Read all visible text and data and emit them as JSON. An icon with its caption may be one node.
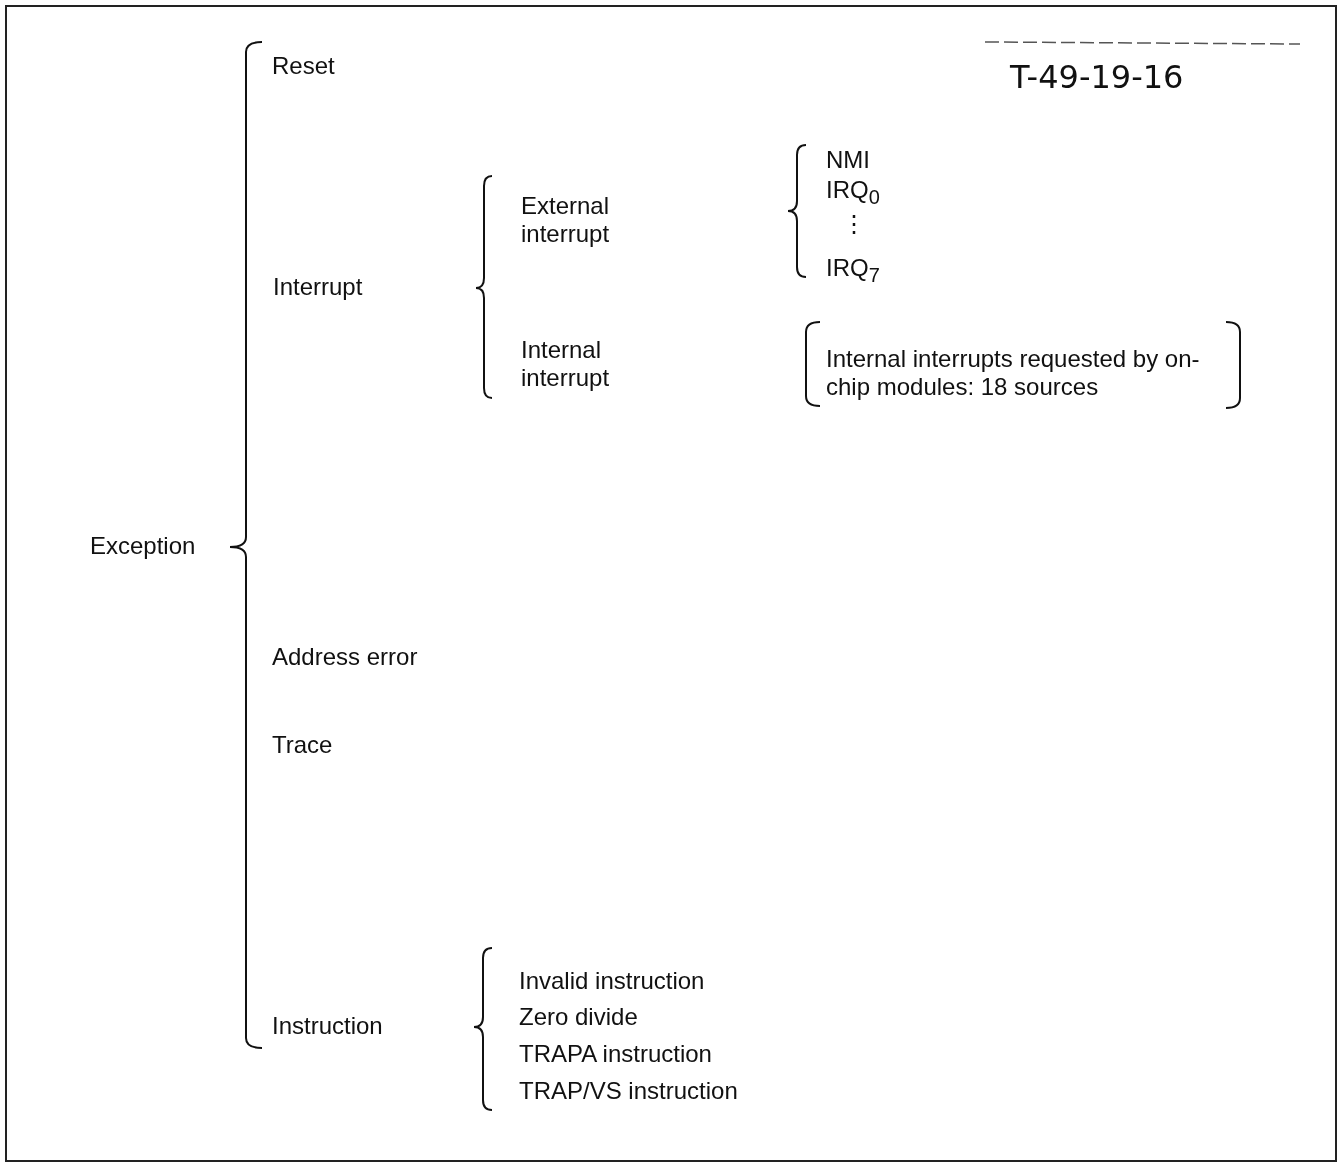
{
  "diagram": {
    "labels": [
      "Reset",
      "T-49-19-16",
      "NMI",
      "IRQ$_{0}$",
      "External interrupt",
      "⋮",
      "IRQ$_{7}$",
      "Interrupt",
      "Internal interrupt",
      "Internal interrupts requested by on-chip modules: 18 sources",
      "Exception",
      "Address error",
      "Trace",
      "Invalid instruction",
      "Zero divide",
      "Instruction",
      "TRAPA instruction",
      "TRAP/VS instruction"
    ]
  }
}
